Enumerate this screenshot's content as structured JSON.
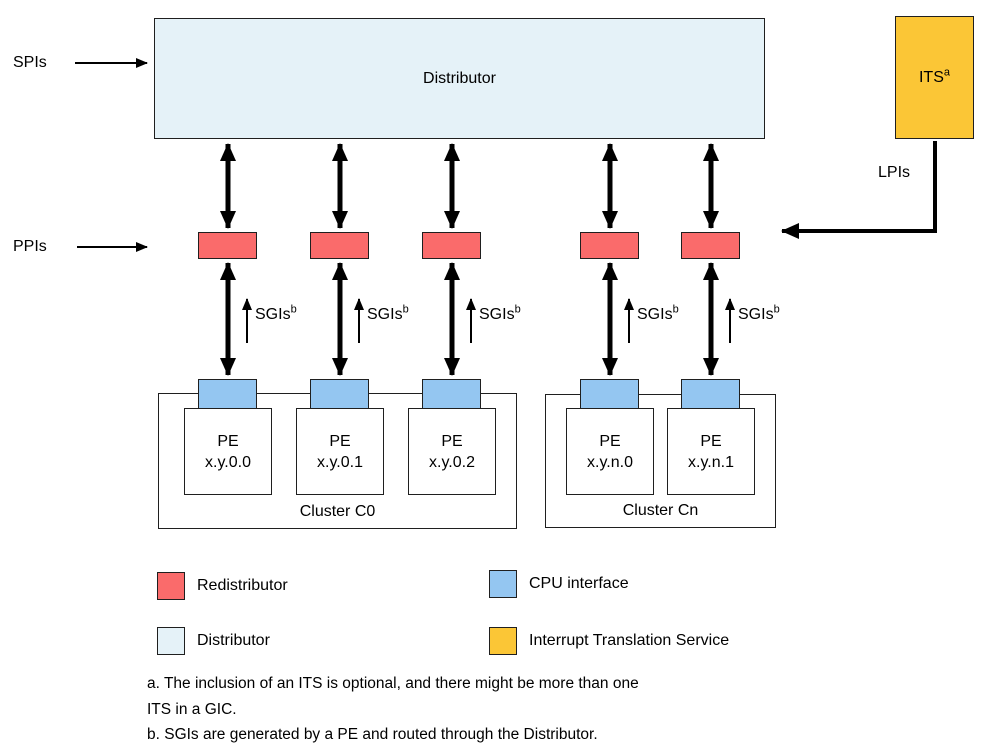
{
  "colors": {
    "distributor_fill": "#E5F2F8",
    "redistributor_fill": "#FA6B6B",
    "cpu_interface_fill": "#94C6F1",
    "its_fill": "#FBC636",
    "line": "#000000"
  },
  "labels": {
    "spis": "SPIs",
    "ppis": "PPIs",
    "lpis": "LPIs",
    "distributor": "Distributor",
    "its": "ITS",
    "its_sup": "a",
    "sgis": "SGIs",
    "sgis_sup": "b"
  },
  "clusters": [
    {
      "label": "Cluster C0"
    },
    {
      "label": "Cluster Cn"
    }
  ],
  "pes": [
    {
      "name": "PE",
      "id": "x.y.0.0"
    },
    {
      "name": "PE",
      "id": "x.y.0.1"
    },
    {
      "name": "PE",
      "id": "x.y.0.2"
    },
    {
      "name": "PE",
      "id": "x.y.n.0"
    },
    {
      "name": "PE",
      "id": "x.y.n.1"
    }
  ],
  "legend": [
    {
      "label": "Redistributor"
    },
    {
      "label": "CPU interface"
    },
    {
      "label": "Distributor"
    },
    {
      "label": "Interrupt Translation Service"
    }
  ],
  "footnotes": [
    "a. The inclusion of an ITS is optional, and there might be more than one",
    "ITS in a GIC.",
    "b. SGIs are generated by a PE and routed through the Distributor."
  ]
}
